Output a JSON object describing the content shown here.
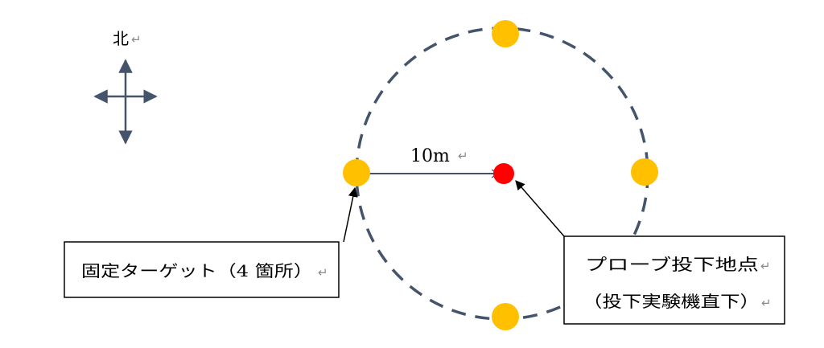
{
  "compass": {
    "label": "北",
    "return_mark": "↵"
  },
  "distance": {
    "label": "10m",
    "return_mark": "↵"
  },
  "target_callout": {
    "text": "固定ターゲット（4 箇所）",
    "return_mark": "↵"
  },
  "probe_callout": {
    "line1": "プローブ投下地点",
    "line2": "（投下実験機直下）",
    "return_mark": "↵"
  },
  "colors": {
    "circle": "#44546a",
    "target": "#ffc000",
    "probe": "#ff0000",
    "arrow": "#44546a",
    "leader": "#000000"
  },
  "icons": [
    "compass-cross-arrows-icon",
    "fixed-target-marker",
    "probe-drop-point-marker"
  ]
}
